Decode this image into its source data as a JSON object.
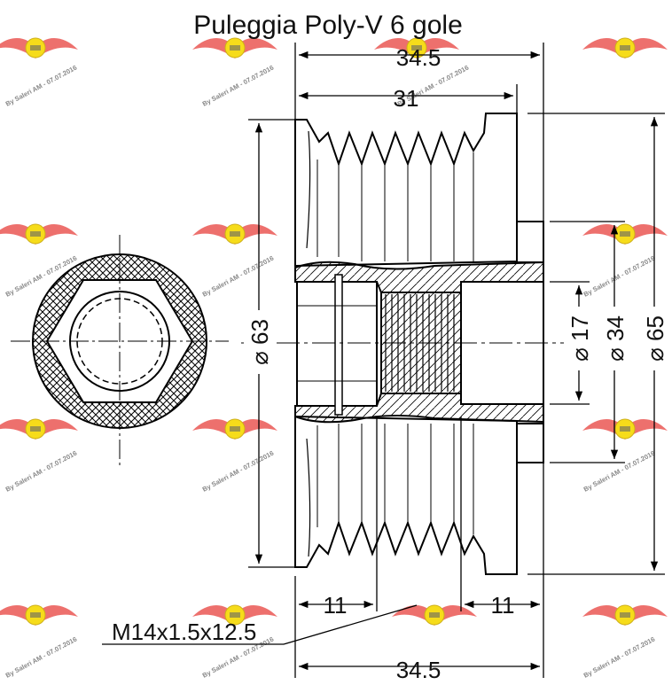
{
  "title": "Puleggia Poly-V 6 gole",
  "dimensions": {
    "overall_length_top": "34.5",
    "groove_length": "31",
    "overall_length_bottom": "34.5",
    "left_hub_length": "11",
    "right_hub_length": "11",
    "diameter_grooves": "⌀ 63",
    "diameter_bore": "⌀ 17",
    "diameter_hub": "⌀ 34",
    "diameter_flange": "⌀ 65"
  },
  "thread_callout": "M14x1.5x12.5",
  "watermark": {
    "text": "By Saleri AM - 07.07.2016",
    "logo_color": "#e8433f",
    "badge_color": "#f5d800"
  },
  "colors": {
    "line": "#000000",
    "background": "#ffffff"
  }
}
